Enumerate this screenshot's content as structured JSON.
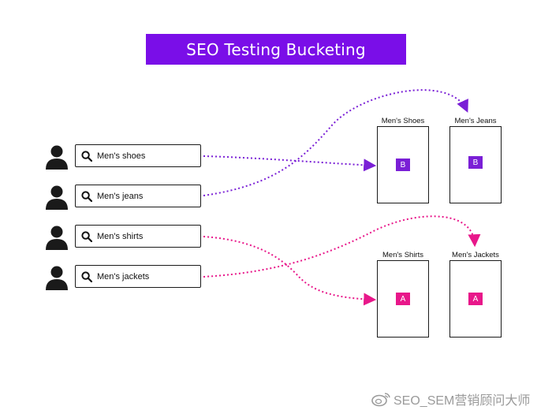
{
  "title": "SEO Testing Bucketing",
  "colors": {
    "banner": "#7a0ee8",
    "bucket_b": "#7a1fd6",
    "bucket_a": "#e8178a",
    "arrow_b": "#7a1fd6",
    "arrow_a": "#e8178a",
    "ink": "#1a1a1a"
  },
  "searches": [
    {
      "query": "Men's shoes",
      "bucket": "B"
    },
    {
      "query": "Men's jeans",
      "bucket": "B"
    },
    {
      "query": "Men's shirts",
      "bucket": "A"
    },
    {
      "query": "Men's jackets",
      "bucket": "A"
    }
  ],
  "pages": [
    {
      "label": "Men's Shoes",
      "bucket": "B"
    },
    {
      "label": "Men's Jeans",
      "bucket": "B"
    },
    {
      "label": "Men's Shirts",
      "bucket": "A"
    },
    {
      "label": "Men's Jackets",
      "bucket": "A"
    }
  ],
  "icons": {
    "user": "person-icon",
    "search": "search-icon",
    "watermark": "weibo-logo-icon"
  },
  "watermark": "SEO_SEM营销顾问大师"
}
